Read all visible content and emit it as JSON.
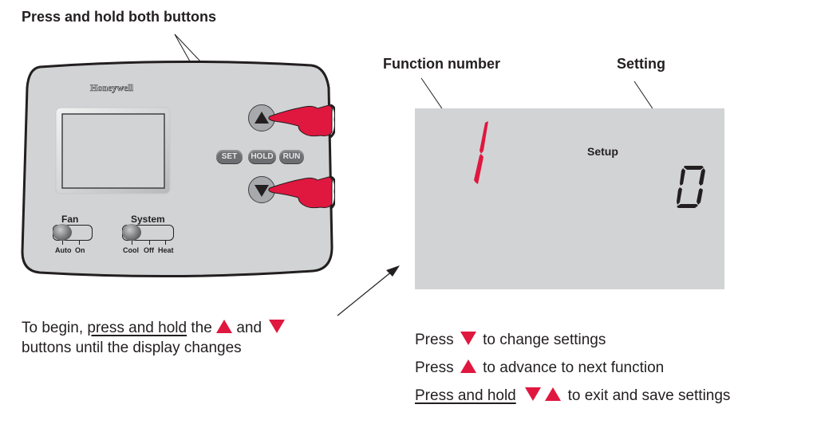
{
  "colors": {
    "accent": "#e0173f",
    "lcd_bg": "#d2d3d5",
    "body_bg": "#d1d3d4",
    "text": "#231f20"
  },
  "callouts": {
    "press_hold_both": "Press and hold both buttons",
    "function_number": "Function number",
    "setting": "Setting"
  },
  "thermostat": {
    "brand": "Honeywell",
    "buttons": {
      "up_icon": "triangle-up",
      "down_icon": "triangle-down",
      "set": "SET",
      "hold": "HOLD",
      "run": "RUN"
    },
    "fan": {
      "label": "Fan",
      "positions": [
        "Auto",
        "On"
      ],
      "selected": "Auto"
    },
    "system": {
      "label": "System",
      "positions": [
        "Cool",
        "Off",
        "Heat"
      ],
      "selected": "Cool"
    }
  },
  "display": {
    "function_number": "1",
    "setup_label": "Setup",
    "setting_value": "0"
  },
  "begin_instruction": {
    "prefix": "To begin,",
    "underlined": "press and hold",
    "mid1": "the",
    "mid2": "and",
    "line2": "buttons until the display changes"
  },
  "steps": [
    {
      "prefix": "Press",
      "icons": [
        "triangle-down"
      ],
      "text": "to change settings",
      "underlined": false
    },
    {
      "prefix": "Press",
      "icons": [
        "triangle-up"
      ],
      "text": "to advance to next function",
      "underlined": false
    },
    {
      "prefix": "Press and hold",
      "icons": [
        "triangle-down",
        "triangle-up"
      ],
      "text": "to exit and save settings",
      "underlined": true
    }
  ]
}
